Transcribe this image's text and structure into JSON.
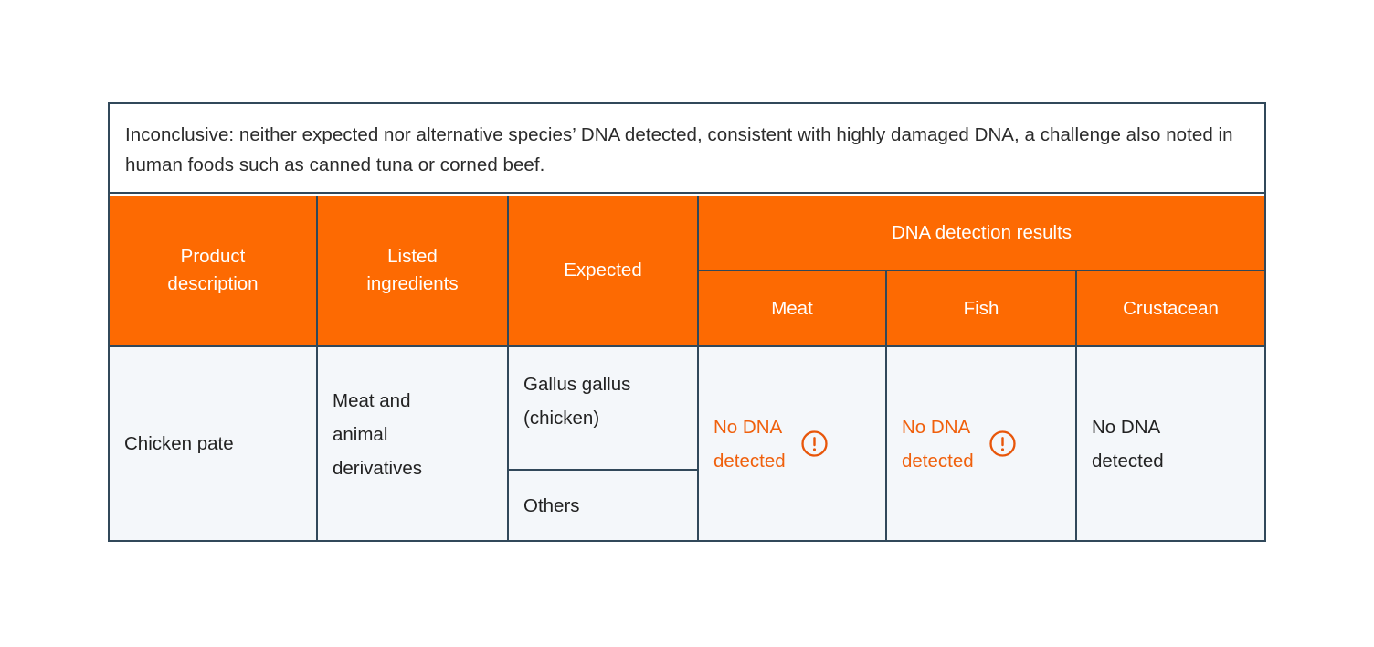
{
  "table": {
    "caption": "Inconclusive: neither expected nor alternative species’ DNA detected, consistent with highly damaged DNA, a challenge also noted in human foods such as canned tuna or corned beef.",
    "colors": {
      "header_background": "#fd6a02",
      "header_text": "#ffffff",
      "body_background": "#f4f7fa",
      "body_text": "#222222",
      "alert_text": "#f0600c",
      "border": "#31485a",
      "caption_background": "#ffffff"
    },
    "headers": {
      "product_description": "Product\ndescription",
      "listed_ingredients": "Listed\ningredients",
      "expected": "Expected",
      "dna_group": "DNA detection results",
      "meat": "Meat",
      "fish": "Fish",
      "crustacean": "Crustacean"
    },
    "rows": [
      {
        "product_description": "Chicken pate",
        "listed_ingredients": "Meat and\nanimal\nderivatives",
        "expected": [
          "Gallus gallus\n(chicken)",
          "Others"
        ],
        "results": {
          "meat": {
            "text": "No DNA\ndetected",
            "alert": true,
            "icon": "warning-circle-icon"
          },
          "fish": {
            "text": "No DNA\ndetected",
            "alert": true,
            "icon": "warning-circle-icon"
          },
          "crustacean": {
            "text": "No DNA\ndetected",
            "alert": false,
            "icon": null
          }
        }
      }
    ]
  }
}
